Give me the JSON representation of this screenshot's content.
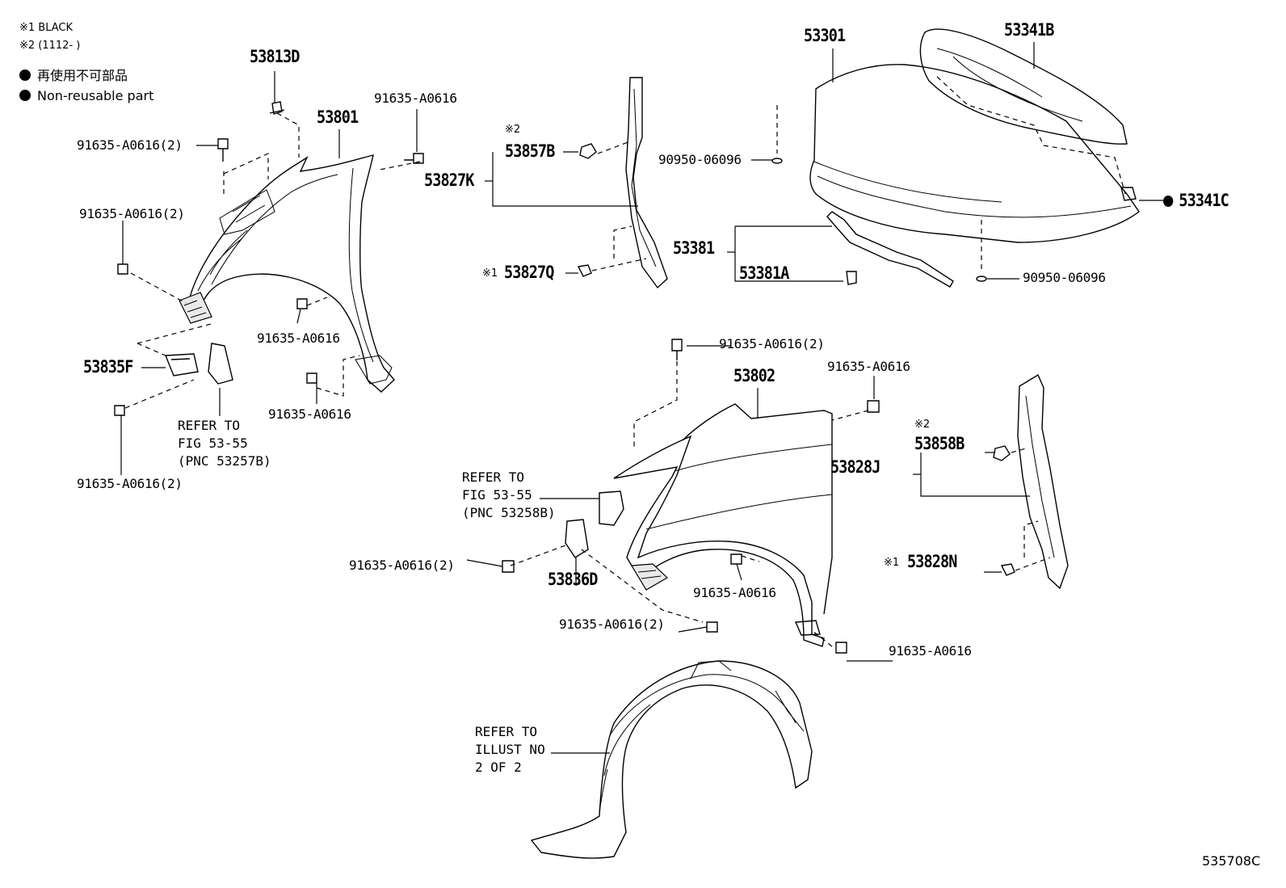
{
  "legend": {
    "note1": "※1  BLACK",
    "note2": "※2 (1112-      )",
    "non_reusable_jp": "再使用不可部品",
    "non_reusable_en": "Non-reusable part"
  },
  "labels": {
    "p53813D": "53813D",
    "p53801": "53801",
    "p91635_top": "91635-A0616",
    "p91635_2_a": "91635-A0616(2)",
    "p91635_2_b": "91635-A0616(2)",
    "p91635_mid": "91635-A0616",
    "p53835F": "53835F",
    "p91635_c": "91635-A0616",
    "p91635_2_c": "91635-A0616(2)",
    "refer_53257B": "REFER TO\nFIG 53-55\n(PNC 53257B)",
    "note2_a": "※2",
    "p53857B": "53857B",
    "p53827K": "53827K",
    "note1_a": "※1",
    "p53827Q": "53827Q",
    "p53301": "53301",
    "p53341B": "53341B",
    "p90950_a": "90950-06096",
    "p53341C": "53341C",
    "p53381": "53381",
    "p53381A": "53381A",
    "p90950_b": "90950-06096",
    "p91635_2_d": "91635-A0616(2)",
    "p53802": "53802",
    "p91635_e": "91635-A0616",
    "refer_53258B": "REFER TO\nFIG 53-55\n(PNC 53258B)",
    "p91635_2_e": "91635-A0616(2)",
    "p53836D": "53836D",
    "p91635_f": "91635-A0616",
    "p91635_2_f": "91635-A0616(2)",
    "p91635_g": "91635-A0616",
    "note2_b": "※2",
    "p53858B": "53858B",
    "p53828J": "53828J",
    "note1_b": "※1",
    "p53828N": "53828N",
    "refer_illust": "REFER TO\nILLUST NO\n2 OF 2",
    "drawing_no": "535708C"
  }
}
